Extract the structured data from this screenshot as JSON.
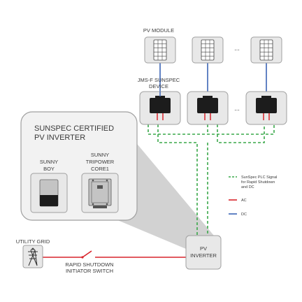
{
  "labels": {
    "pv_module": "PV MODULE",
    "jms_line1": "JMS-F SUNSPEC",
    "jms_line2": "DEVICE",
    "ellipsis": "...",
    "panel_title_line1": "SUNSPEC CERTIFIED",
    "panel_title_line2": "PV INVERTER",
    "sunny_boy_line1": "SUNNY",
    "sunny_boy_line2": "BOY",
    "tripower_line1": "SUNNY",
    "tripower_line2": "TRIPOWER",
    "tripower_line3": "CORE1",
    "utility_grid": "UTILITY GRID",
    "pv_inverter_line1": "PV",
    "pv_inverter_line2": "INVERTER",
    "rapid_line1": "RAPID SHUTDOWN",
    "rapid_line2": "INITIATOR SWITCH"
  },
  "legend": [
    {
      "style": "dashed",
      "color": "#3aa84a",
      "lines": [
        "SunSpec PLC Signal",
        "for Rapid Shutdown",
        "and DC"
      ]
    },
    {
      "style": "solid",
      "color": "#d9242b",
      "lines": [
        "AC"
      ]
    },
    {
      "style": "solid",
      "color": "#3b64b5",
      "lines": [
        "DC"
      ]
    }
  ],
  "colors": {
    "plc_green": "#3aa84a",
    "ac_red": "#d9242b",
    "dc_blue": "#3b64b5",
    "box_fill": "#e8e8e8",
    "box_stroke": "#a0a0a0",
    "panel_fill": "#f2f2f2",
    "callout_fill": "#d4d4d4"
  }
}
